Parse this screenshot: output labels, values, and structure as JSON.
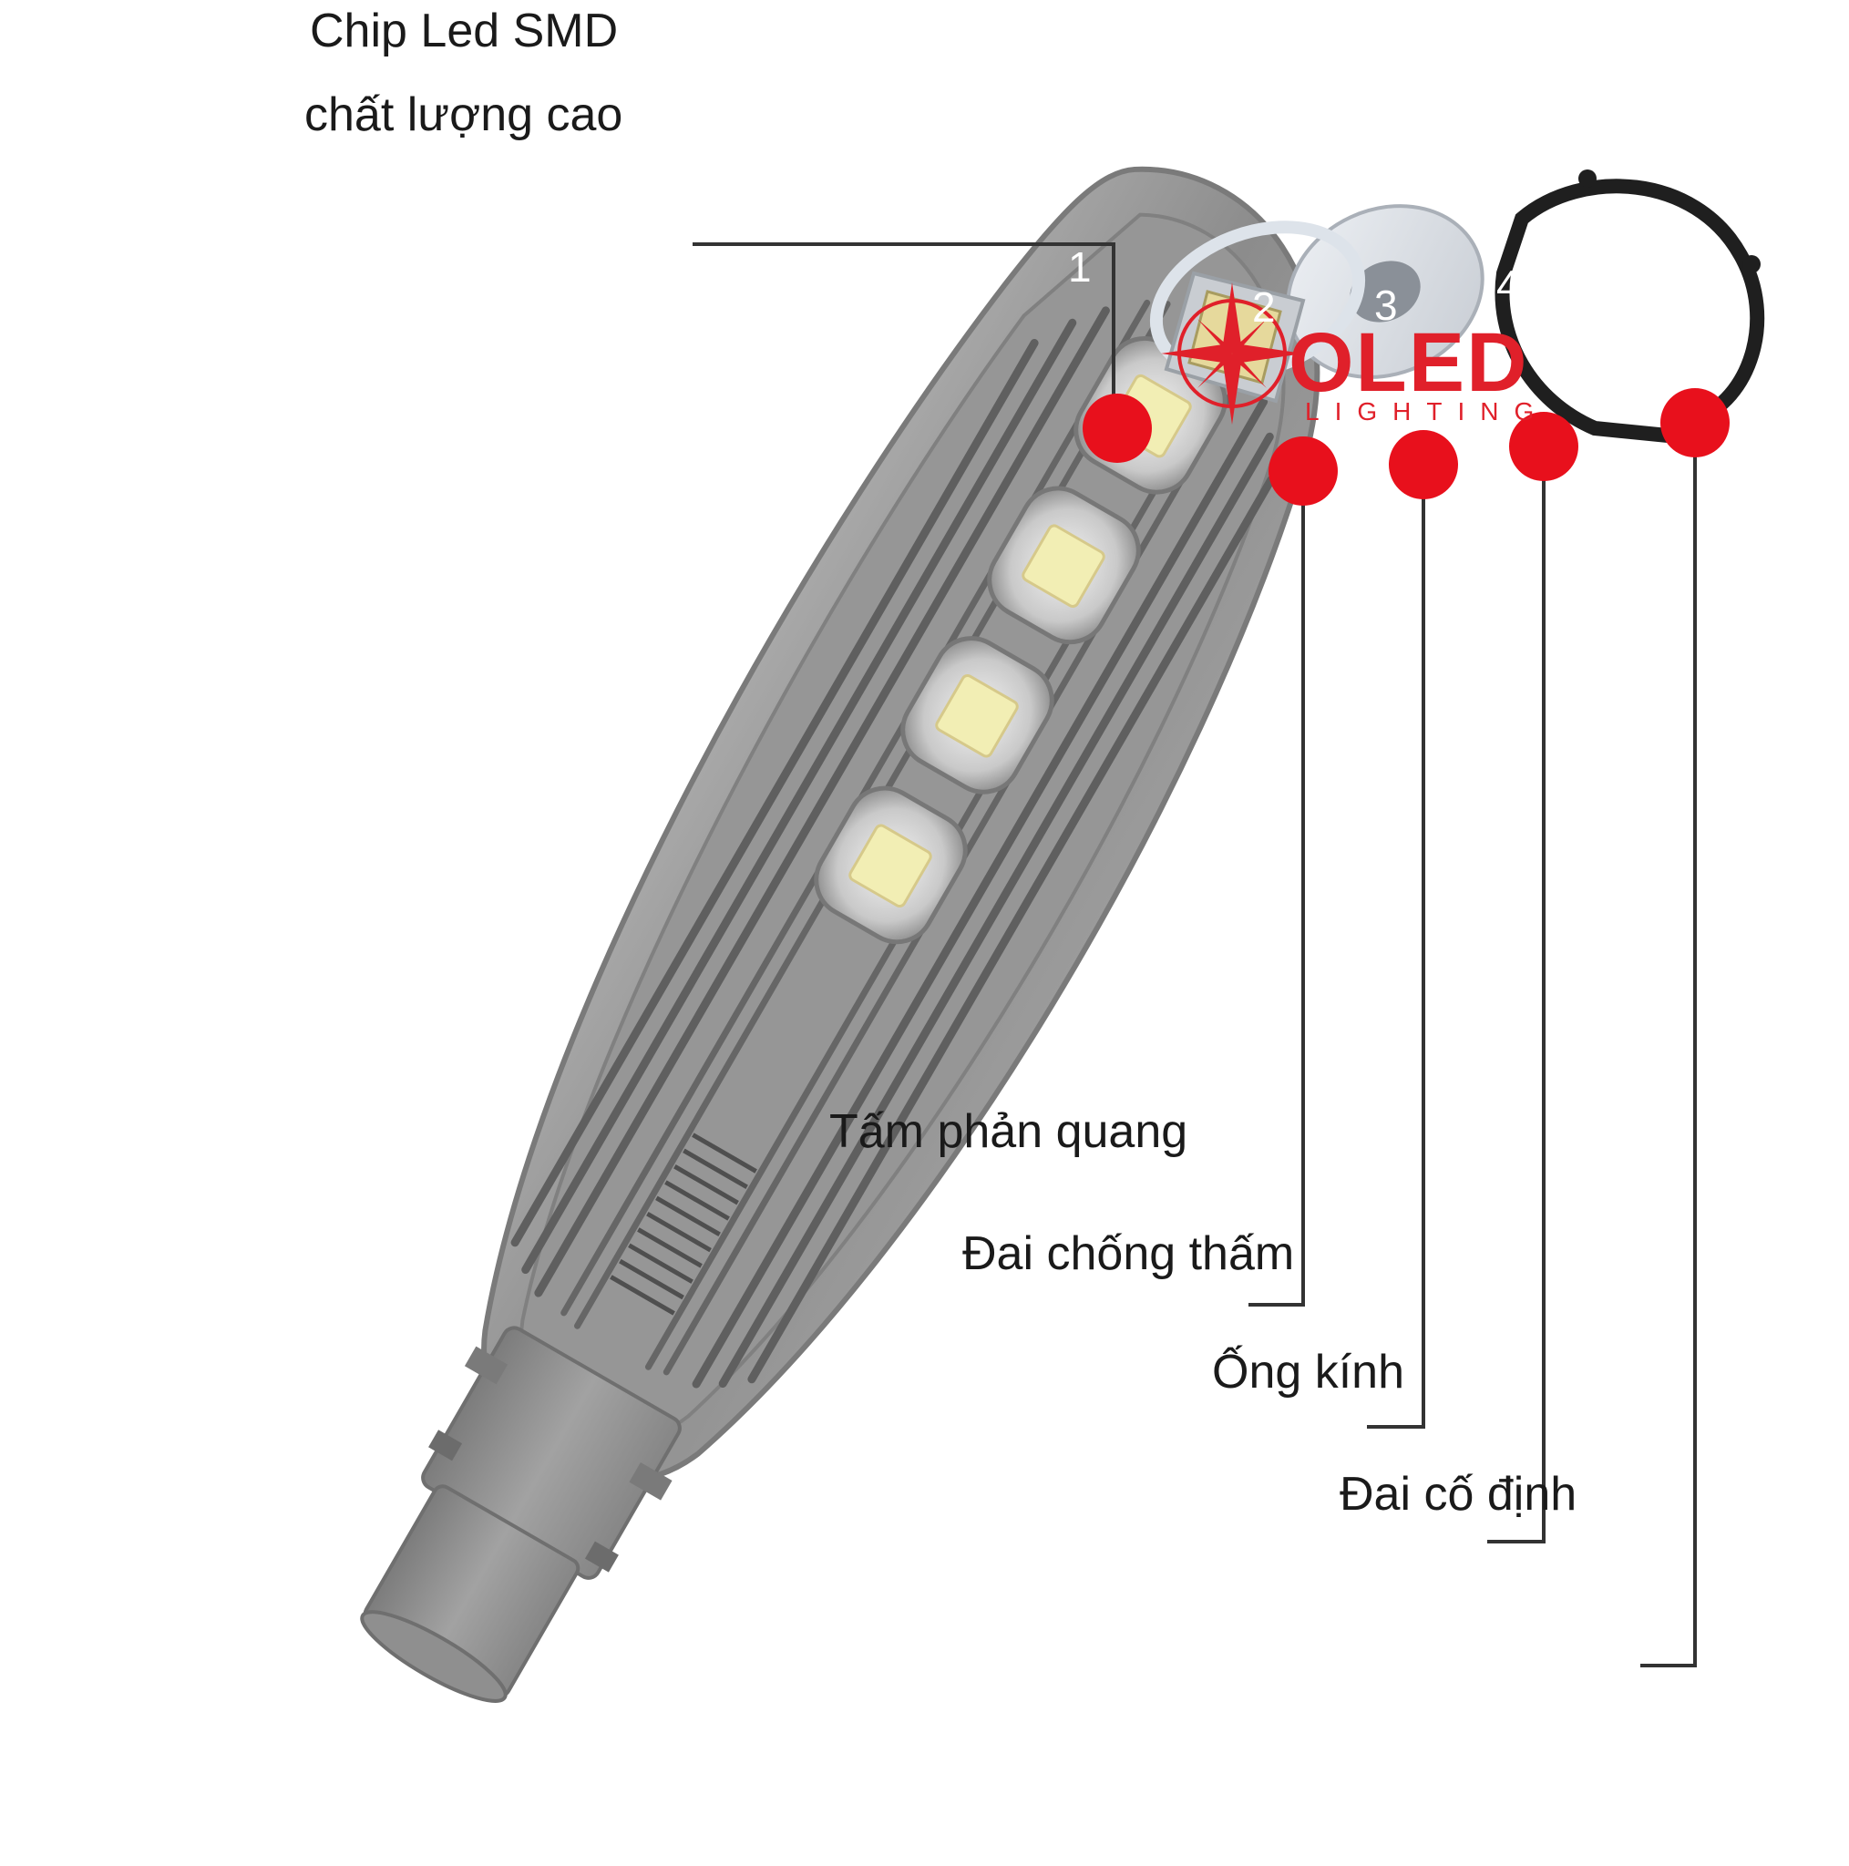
{
  "labels": {
    "chip_line1": "Chip Led SMD",
    "chip_line2": "chất lượng cao",
    "reflector": "Tấm phản quang",
    "waterproof": "Đai chống thấm",
    "lens": "Ống kính",
    "fixing_ring": "Đai cố định"
  },
  "callout_numbers": [
    "1",
    "2",
    "3",
    "4"
  ],
  "logo": {
    "text": "OLED",
    "subtext": "LIGHTING"
  },
  "colors": {
    "marker": "#e8101c",
    "logo": "#e0202a",
    "leader_line": "#333333",
    "housing": "#8e8e8e",
    "led_chip": "#f2eeb4"
  }
}
